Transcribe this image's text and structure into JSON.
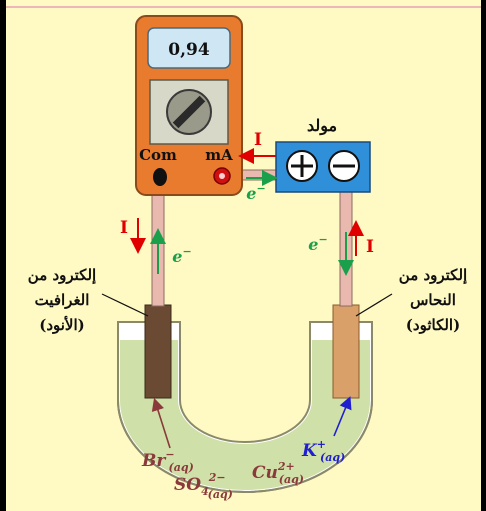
{
  "meter": {
    "reading": "0,94",
    "com_label": "Com",
    "ma_label": "mA"
  },
  "generator": {
    "label": "مولد"
  },
  "current": {
    "symbol": "I"
  },
  "electron": {
    "symbol": "e",
    "sign": "−"
  },
  "anode_label": [
    "إلكترود من",
    "الغرافيت",
    "(الأنود)"
  ],
  "cathode_label": [
    "إلكترود من",
    "النحاس",
    "(الكاثود)"
  ],
  "ions": {
    "bromide": {
      "base": "Br",
      "sup": "−",
      "sub": "(aq)"
    },
    "sulfate": {
      "base": "SO",
      "sub1": "4",
      "sup": "2−",
      "sub": "(aq)"
    },
    "copper": {
      "base": "Cu",
      "sup": "2+",
      "sub": "(aq)"
    },
    "potassium": {
      "base": "K",
      "sup": "+",
      "sub": "(aq)"
    }
  },
  "colors": {
    "background": "#fff9c4",
    "meter_body": "#e87b2e",
    "meter_screen": "#cfe7f5",
    "generator_box": "#2f8fd8",
    "solution": "#cfe0a8",
    "graphite": "#6b4a34",
    "copper_rod": "#d9a06a",
    "wire": "#e9b9b0",
    "current_arrow": "#e00000",
    "electron_arrow": "#1aa04a",
    "ion_brown": "#8a3a3a",
    "ion_blue": "#1f1fd0"
  }
}
